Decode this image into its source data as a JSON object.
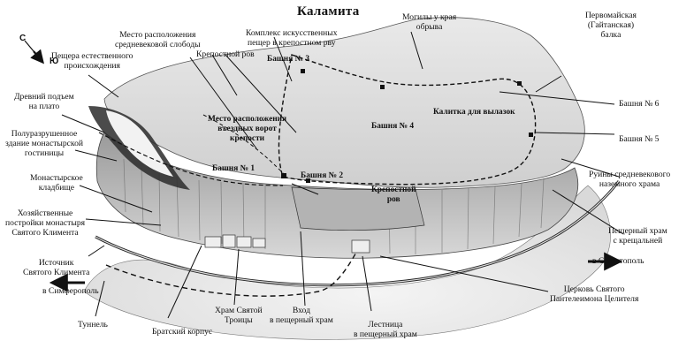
{
  "title": "Каламита",
  "compass": {
    "north": "С",
    "south": "Ю"
  },
  "labels": {
    "graves": "Могилы у края\nобрыва",
    "pervomaiskaya": "Первомайская\n(Гайтанская)\nбалка",
    "sloboda": "Место расположения\nсредневековой слободы",
    "complex": "Комплекс искусственных\nпещер в крепостном рву",
    "natural_cave": "Пещера естественного\nпроисхождения",
    "moat": "Крепостной ров",
    "tower3": "Башня № 3",
    "tower6": "Башня № 6",
    "ascent": "Древний подъем\nна плато",
    "gate": "Калитка для вылазок",
    "gate_place": "Место расположения\nвъездных ворот\nкрепости",
    "tower4": "Башня № 4",
    "tower5": "Башня № 5",
    "hotel": "Полуразрушенное\nздание монастырской\nгостиницы",
    "tower1": "Башня № 1",
    "tower2": "Башня № 2",
    "ruins_temple": "Руины средневекового\nназемного храма",
    "cemetery": "Монастырское\nкладбище",
    "moat2": "Крепостной\nров",
    "buildings": "Хозяйственные\nпостройки монастыря\nСвятого Климента",
    "cave_temple": "Пещерный храм\nс крещальней",
    "spring": "Источник\nСвятого Климента",
    "to_sevastopol": "в Севастополь",
    "to_simferopol": "в Симферополь",
    "church": "Церковь Святого\nПантелеимона Целителя",
    "tunnel": "Туннель",
    "brothers": "Братский корпус",
    "trinity": "Храм Святой\nТроицы",
    "entrance": "Вход\nв пещерный храм",
    "stairs": "Лестница\nв пещерный храм"
  }
}
